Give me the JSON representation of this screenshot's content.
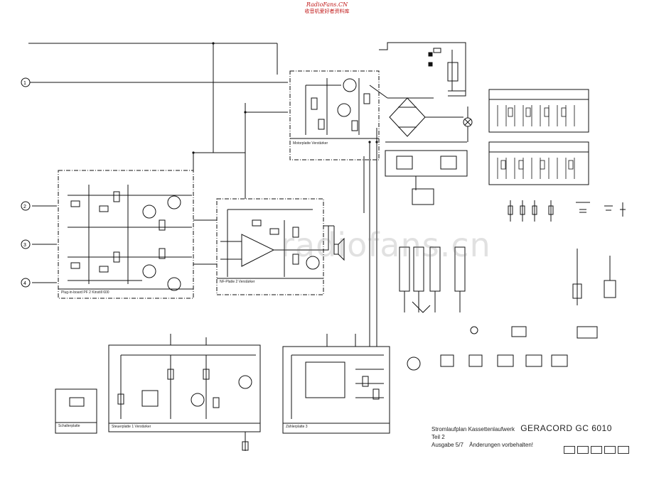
{
  "watermark": {
    "line1": "RadioFans.CN",
    "line2": "收音机爱好者资料库",
    "overlay": "radiofans.cn"
  },
  "title_block": {
    "line1_prefix": "Stromlaufplan  Kassettenlaufwerk",
    "product": "GERACORD  GC 6010",
    "line2": "Teil 2",
    "line3_left": "Ausgabe 5/7",
    "line3_right": "Änderungen vorbehalten!"
  },
  "connectors": {
    "c1": "1",
    "c2": "2",
    "c3": "3",
    "c4": "4"
  },
  "modules": {
    "pre_amp": "Plug-in-board PF 2  Kinstill 600",
    "power_amp": "NF-Platte 2 Verstärker",
    "motor_board": "Motorplatte  Verstärker",
    "control_board": "Steuerplatte 1 Verstärker",
    "counter_board": "Zählerplatte 3",
    "switch_board": "Schalterplatte"
  },
  "colors": {
    "line": "#111111",
    "watermark": "#c01818",
    "overlay": "#8c8c8c"
  }
}
